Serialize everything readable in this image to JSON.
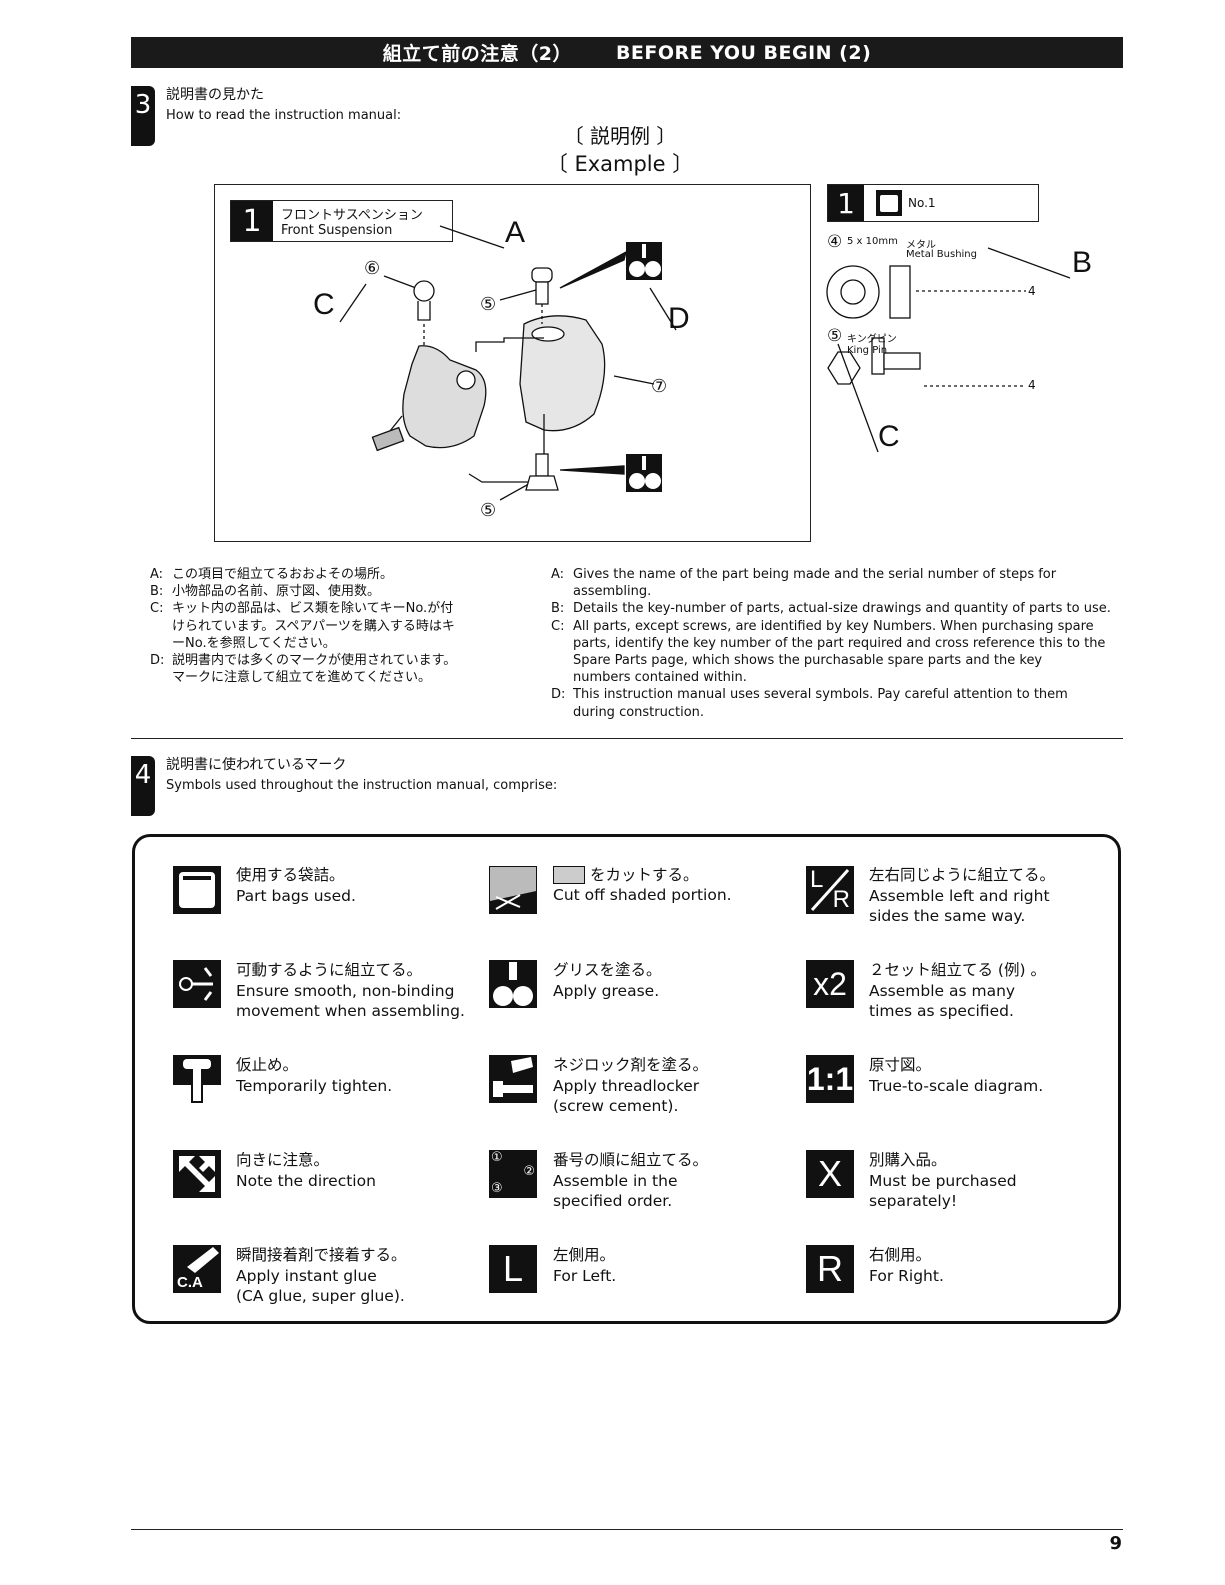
{
  "header": {
    "jp": "組立て前の注意（2）",
    "en": "BEFORE YOU BEGIN (2)"
  },
  "sec3": {
    "num": "3",
    "jp": "説明書の見かた",
    "en": "How to read the instruction manual:"
  },
  "example": {
    "jp": "〔 説明例 〕",
    "en": "〔 Example 〕"
  },
  "step": {
    "num": "1",
    "jp": "フロントサスペンション",
    "en": "Front Suspension"
  },
  "labels": {
    "a": "A",
    "b": "B",
    "c": "C",
    "d": "D"
  },
  "callouts": {
    "c5": "⑤",
    "c6": "⑥",
    "c7": "⑦",
    "c4": "④"
  },
  "parts": {
    "no": "No.1",
    "p4": {
      "size": "5 x 10mm",
      "jp": "メタル",
      "en": "Metal Bushing",
      "qty": "4"
    },
    "p5": {
      "jp": "キングピン",
      "en": "King Pin",
      "qty": "4"
    }
  },
  "notes_jp": [
    {
      "k": "A:",
      "lines": [
        "この項目で組立てるおおよその場所。"
      ]
    },
    {
      "k": "B:",
      "lines": [
        "小物部品の名前、原寸図、使用数。"
      ]
    },
    {
      "k": "C:",
      "lines": [
        "キット内の部品は、ビス類を除いてキーNo.が付",
        "けられています。スペアパーツを購入する時はキ",
        "ーNo.を参照してください。"
      ]
    },
    {
      "k": "D:",
      "lines": [
        "説明書内では多くのマークが使用されています。",
        "マークに注意して組立てを進めてください。"
      ]
    }
  ],
  "notes_en": [
    {
      "k": "A:",
      "lines": [
        "Gives the name of the part being made and the serial number of steps for",
        "assembling."
      ]
    },
    {
      "k": "B:",
      "lines": [
        "Details the key-number of parts, actual-size drawings and quantity of parts to use."
      ]
    },
    {
      "k": "C:",
      "lines": [
        "All parts, except screws, are identified by key Numbers.  When purchasing spare",
        "parts, identify the key number of the part required and cross reference this to the",
        "Spare Parts page, which shows the purchasable spare parts and the key",
        "numbers contained within."
      ]
    },
    {
      "k": "D:",
      "lines": [
        "This instruction manual uses several symbols.  Pay careful attention to them",
        "during construction."
      ]
    }
  ],
  "sec4": {
    "num": "4",
    "jp": "説明書に使われているマーク",
    "en": "Symbols used throughout the instruction manual, comprise:"
  },
  "symbols": [
    {
      "icon": "bag-icon",
      "lines": [
        "使用する袋詰。",
        "Part bags used."
      ]
    },
    {
      "icon": "cut-icon",
      "lines": [
        "をカットする。",
        "Cut off shaded portion."
      ]
    },
    {
      "icon": "lr-icon",
      "lines": [
        "左右同じように組立てる。",
        "Assemble left and right",
        "sides the same way."
      ]
    },
    {
      "icon": "movement-icon",
      "lines": [
        "可動するように組立てる。",
        "Ensure smooth, non-binding",
        "movement when assembling."
      ]
    },
    {
      "icon": "grease-icon",
      "lines": [
        "グリスを塗る。",
        "Apply grease."
      ]
    },
    {
      "icon": "x2-icon",
      "lines": [
        "２セット組立てる (例) 。",
        "Assemble as many",
        "times as specified."
      ]
    },
    {
      "icon": "tighten-icon",
      "lines": [
        "仮止め。",
        "Temporarily tighten."
      ]
    },
    {
      "icon": "threadlocker-icon",
      "lines": [
        "ネジロック剤を塗る。",
        "Apply threadlocker",
        "(screw cement)."
      ]
    },
    {
      "icon": "scale-icon",
      "lines": [
        "原寸図。",
        "True-to-scale diagram."
      ]
    },
    {
      "icon": "direction-icon",
      "lines": [
        "向きに注意。",
        "Note the direction"
      ]
    },
    {
      "icon": "order-icon",
      "lines": [
        "番号の順に組立てる。",
        "Assemble in the",
        "specified order."
      ]
    },
    {
      "icon": "purchase-icon",
      "lines": [
        "別購入品。",
        "Must be purchased",
        "separately!"
      ]
    },
    {
      "icon": "ca-glue-icon",
      "lines": [
        "瞬間接着剤で接着する。",
        "Apply instant glue",
        "(CA glue, super glue)."
      ]
    },
    {
      "icon": "left-icon",
      "lines": [
        "左側用。",
        "For Left."
      ]
    },
    {
      "icon": "right-icon",
      "lines": [
        "右側用。",
        "For Right."
      ]
    }
  ],
  "icon_text": {
    "lr_l": "L",
    "lr_r": "R",
    "x2": "x2",
    "scale": "1:1",
    "purchase": "X",
    "left": "L",
    "right": "R",
    "ca": "C.A",
    "o1": "①",
    "o2": "②",
    "o3": "③"
  },
  "page": "9"
}
